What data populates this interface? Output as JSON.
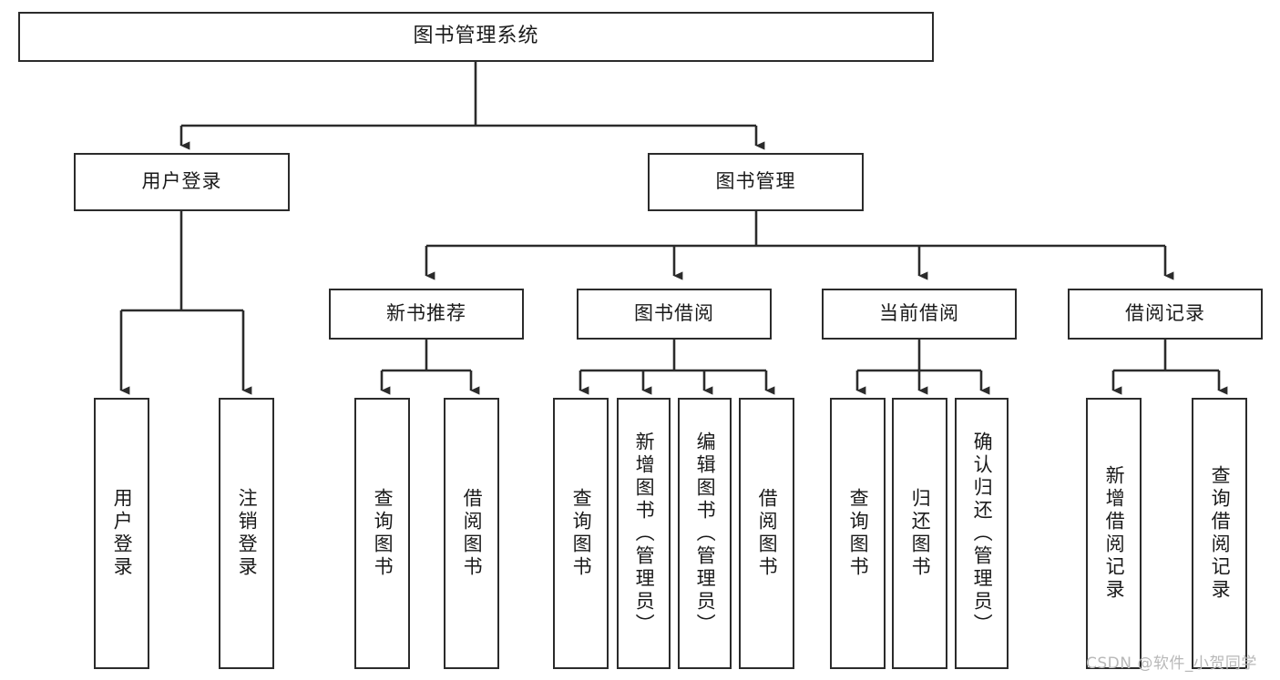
{
  "diagram": {
    "title": "图书管理系统",
    "type": "tree",
    "watermark": "CSDN @软件_小贺同学",
    "colors": {
      "box_border": "#2b2b2b",
      "box_fill": "#ffffff",
      "edge": "#2b2b2b",
      "text": "#1a1a1a",
      "watermark": "#b8b8b8",
      "background": "#ffffff"
    },
    "levels": {
      "root": [
        "图书管理系统"
      ],
      "level2": [
        "用户登录",
        "图书管理"
      ],
      "level3": [
        "新书推荐",
        "图书借阅",
        "当前借阅",
        "借阅记录"
      ],
      "level4": [
        "用户登录",
        "注销登录",
        "查询图书",
        "借阅图书",
        "查询图书",
        "新增图书（管理员）",
        "编辑图书（管理员）",
        "借阅图书",
        "查询图书",
        "归还图书",
        "确认归还（管理员）",
        "新增借阅记录",
        "查询借阅记录"
      ]
    },
    "nodes": {
      "root": {
        "label": "图书管理系统"
      },
      "user_login": {
        "label": "用户登录"
      },
      "book_manage": {
        "label": "图书管理"
      },
      "new_book_rec": {
        "label": "新书推荐"
      },
      "book_borrow": {
        "label": "图书借阅"
      },
      "current_borrow": {
        "label": "当前借阅"
      },
      "borrow_record": {
        "label": "借阅记录"
      },
      "leaf_user_login": {
        "label": "用户登录"
      },
      "leaf_logout": {
        "label": "注销登录"
      },
      "leaf_query_book_1": {
        "label": "查询图书"
      },
      "leaf_borrow_book_1": {
        "label": "借阅图书"
      },
      "leaf_query_book_2": {
        "label": "查询图书"
      },
      "leaf_add_book_admin": {
        "label": "新增图书（管理员）"
      },
      "leaf_edit_book_admin": {
        "label": "编辑图书（管理员）"
      },
      "leaf_borrow_book_2": {
        "label": "借阅图书"
      },
      "leaf_query_book_3": {
        "label": "查询图书"
      },
      "leaf_return_book": {
        "label": "归还图书"
      },
      "leaf_confirm_return_admin": {
        "label": "确认归还（管理员）"
      },
      "leaf_add_borrow_record": {
        "label": "新增借阅记录"
      },
      "leaf_query_borrow_record": {
        "label": "查询借阅记录"
      }
    },
    "edges": [
      {
        "from": "root",
        "to": "user_login"
      },
      {
        "from": "root",
        "to": "book_manage"
      },
      {
        "from": "user_login",
        "to": "leaf_user_login"
      },
      {
        "from": "user_login",
        "to": "leaf_logout"
      },
      {
        "from": "book_manage",
        "to": "new_book_rec"
      },
      {
        "from": "book_manage",
        "to": "book_borrow"
      },
      {
        "from": "book_manage",
        "to": "current_borrow"
      },
      {
        "from": "book_manage",
        "to": "borrow_record"
      },
      {
        "from": "new_book_rec",
        "to": "leaf_query_book_1"
      },
      {
        "from": "new_book_rec",
        "to": "leaf_borrow_book_1"
      },
      {
        "from": "book_borrow",
        "to": "leaf_query_book_2"
      },
      {
        "from": "book_borrow",
        "to": "leaf_add_book_admin"
      },
      {
        "from": "book_borrow",
        "to": "leaf_edit_book_admin"
      },
      {
        "from": "book_borrow",
        "to": "leaf_borrow_book_2"
      },
      {
        "from": "current_borrow",
        "to": "leaf_query_book_3"
      },
      {
        "from": "current_borrow",
        "to": "leaf_return_book"
      },
      {
        "from": "current_borrow",
        "to": "leaf_confirm_return_admin"
      },
      {
        "from": "borrow_record",
        "to": "leaf_add_borrow_record"
      },
      {
        "from": "borrow_record",
        "to": "leaf_query_borrow_record"
      }
    ]
  }
}
